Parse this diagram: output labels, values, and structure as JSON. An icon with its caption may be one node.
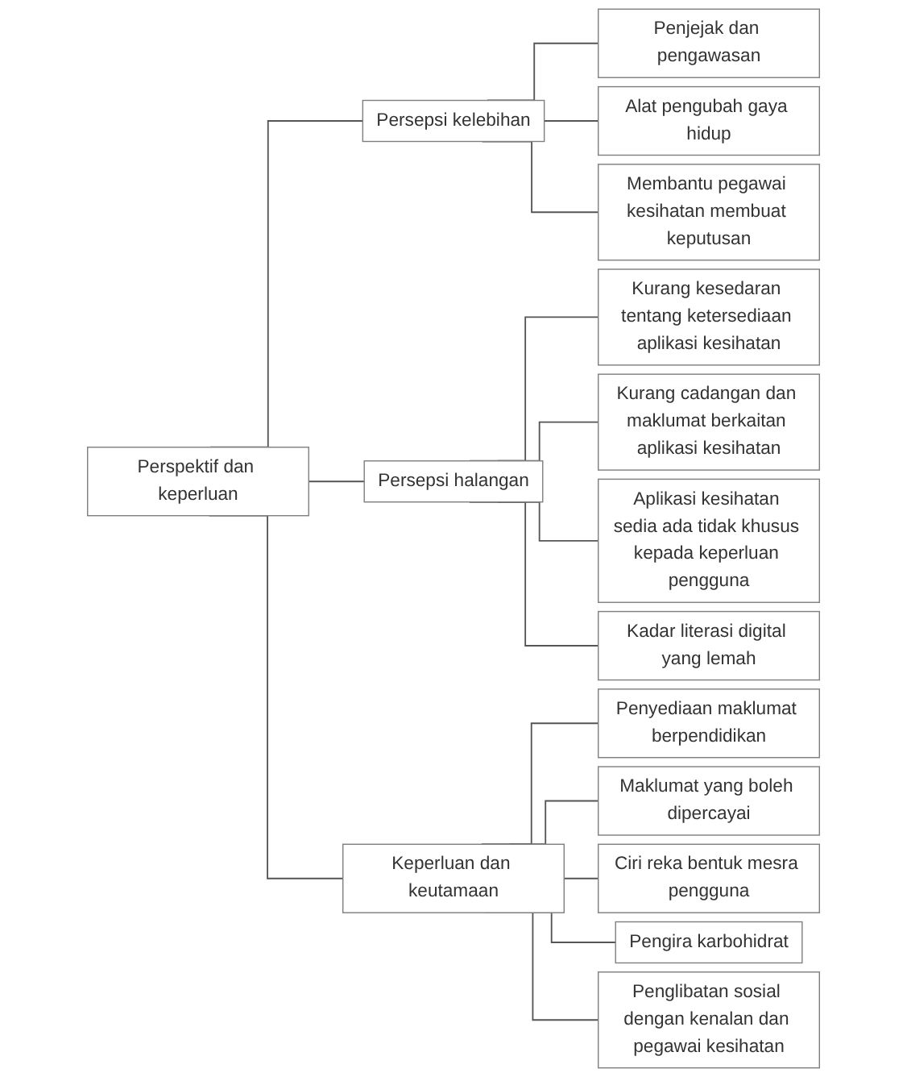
{
  "diagram": {
    "nodes": [
      {
        "text": [
          "Perspektif dan keperluan"
        ]
      },
      {
        "text": [
          "Persepsi kelebihan"
        ]
      },
      {
        "text": [
          "Persepsi halangan"
        ]
      },
      {
        "text": [
          "Keperluan dan keutamaan"
        ]
      },
      {
        "text": [
          "Penjejak dan pengawasan"
        ]
      },
      {
        "text": [
          "Alat pengubah gaya hidup"
        ]
      },
      {
        "text": [
          "Membantu pegawai kesihatan membuat keputusan"
        ]
      },
      {
        "text": [
          "Kurang kesedaran tentang ketersediaan aplikasi kesihatan"
        ]
      },
      {
        "text": [
          "Kurang cadangan dan maklumat berkaitan aplikasi kesihatan"
        ]
      },
      {
        "text": [
          "Aplikasi kesihatan sedia ada tidak khusus kepada keperluan pengguna"
        ]
      },
      {
        "text": [
          "Kadar literasi digital yang lemah"
        ]
      },
      {
        "text": [
          "Penyediaan maklumat berpendidikan"
        ]
      },
      {
        "text": [
          "Maklumat yang boleh dipercayai"
        ]
      },
      {
        "text": [
          "Ciri reka bentuk mesra pengguna"
        ]
      },
      {
        "text": [
          "Pengira karbohidrat"
        ]
      },
      {
        "text": [
          "Penglibatan sosial dengan kenalan dan pegawai kesihatan"
        ]
      }
    ],
    "edges": [
      {
        "from": 0,
        "to": 1,
        "arrow": "none"
      },
      {
        "from": 0,
        "to": 2,
        "arrow": "none"
      },
      {
        "from": 0,
        "to": 3,
        "arrow": "none"
      },
      {
        "from": 1,
        "to": 4,
        "arrow": "none"
      },
      {
        "from": 1,
        "to": 5,
        "arrow": "none"
      },
      {
        "from": 1,
        "to": 6,
        "arrow": "none"
      },
      {
        "from": 2,
        "to": 7,
        "arrow": "none"
      },
      {
        "from": 2,
        "to": 8,
        "arrow": "none"
      },
      {
        "from": 2,
        "to": 9,
        "arrow": "none"
      },
      {
        "from": 2,
        "to": 10,
        "arrow": "none"
      },
      {
        "from": 3,
        "to": 11,
        "arrow": "none"
      },
      {
        "from": 3,
        "to": 12,
        "arrow": "none"
      },
      {
        "from": 3,
        "to": 13,
        "arrow": "none"
      },
      {
        "from": 3,
        "to": 14,
        "arrow": "none"
      },
      {
        "from": 3,
        "to": 15,
        "arrow": "none"
      }
    ]
  }
}
